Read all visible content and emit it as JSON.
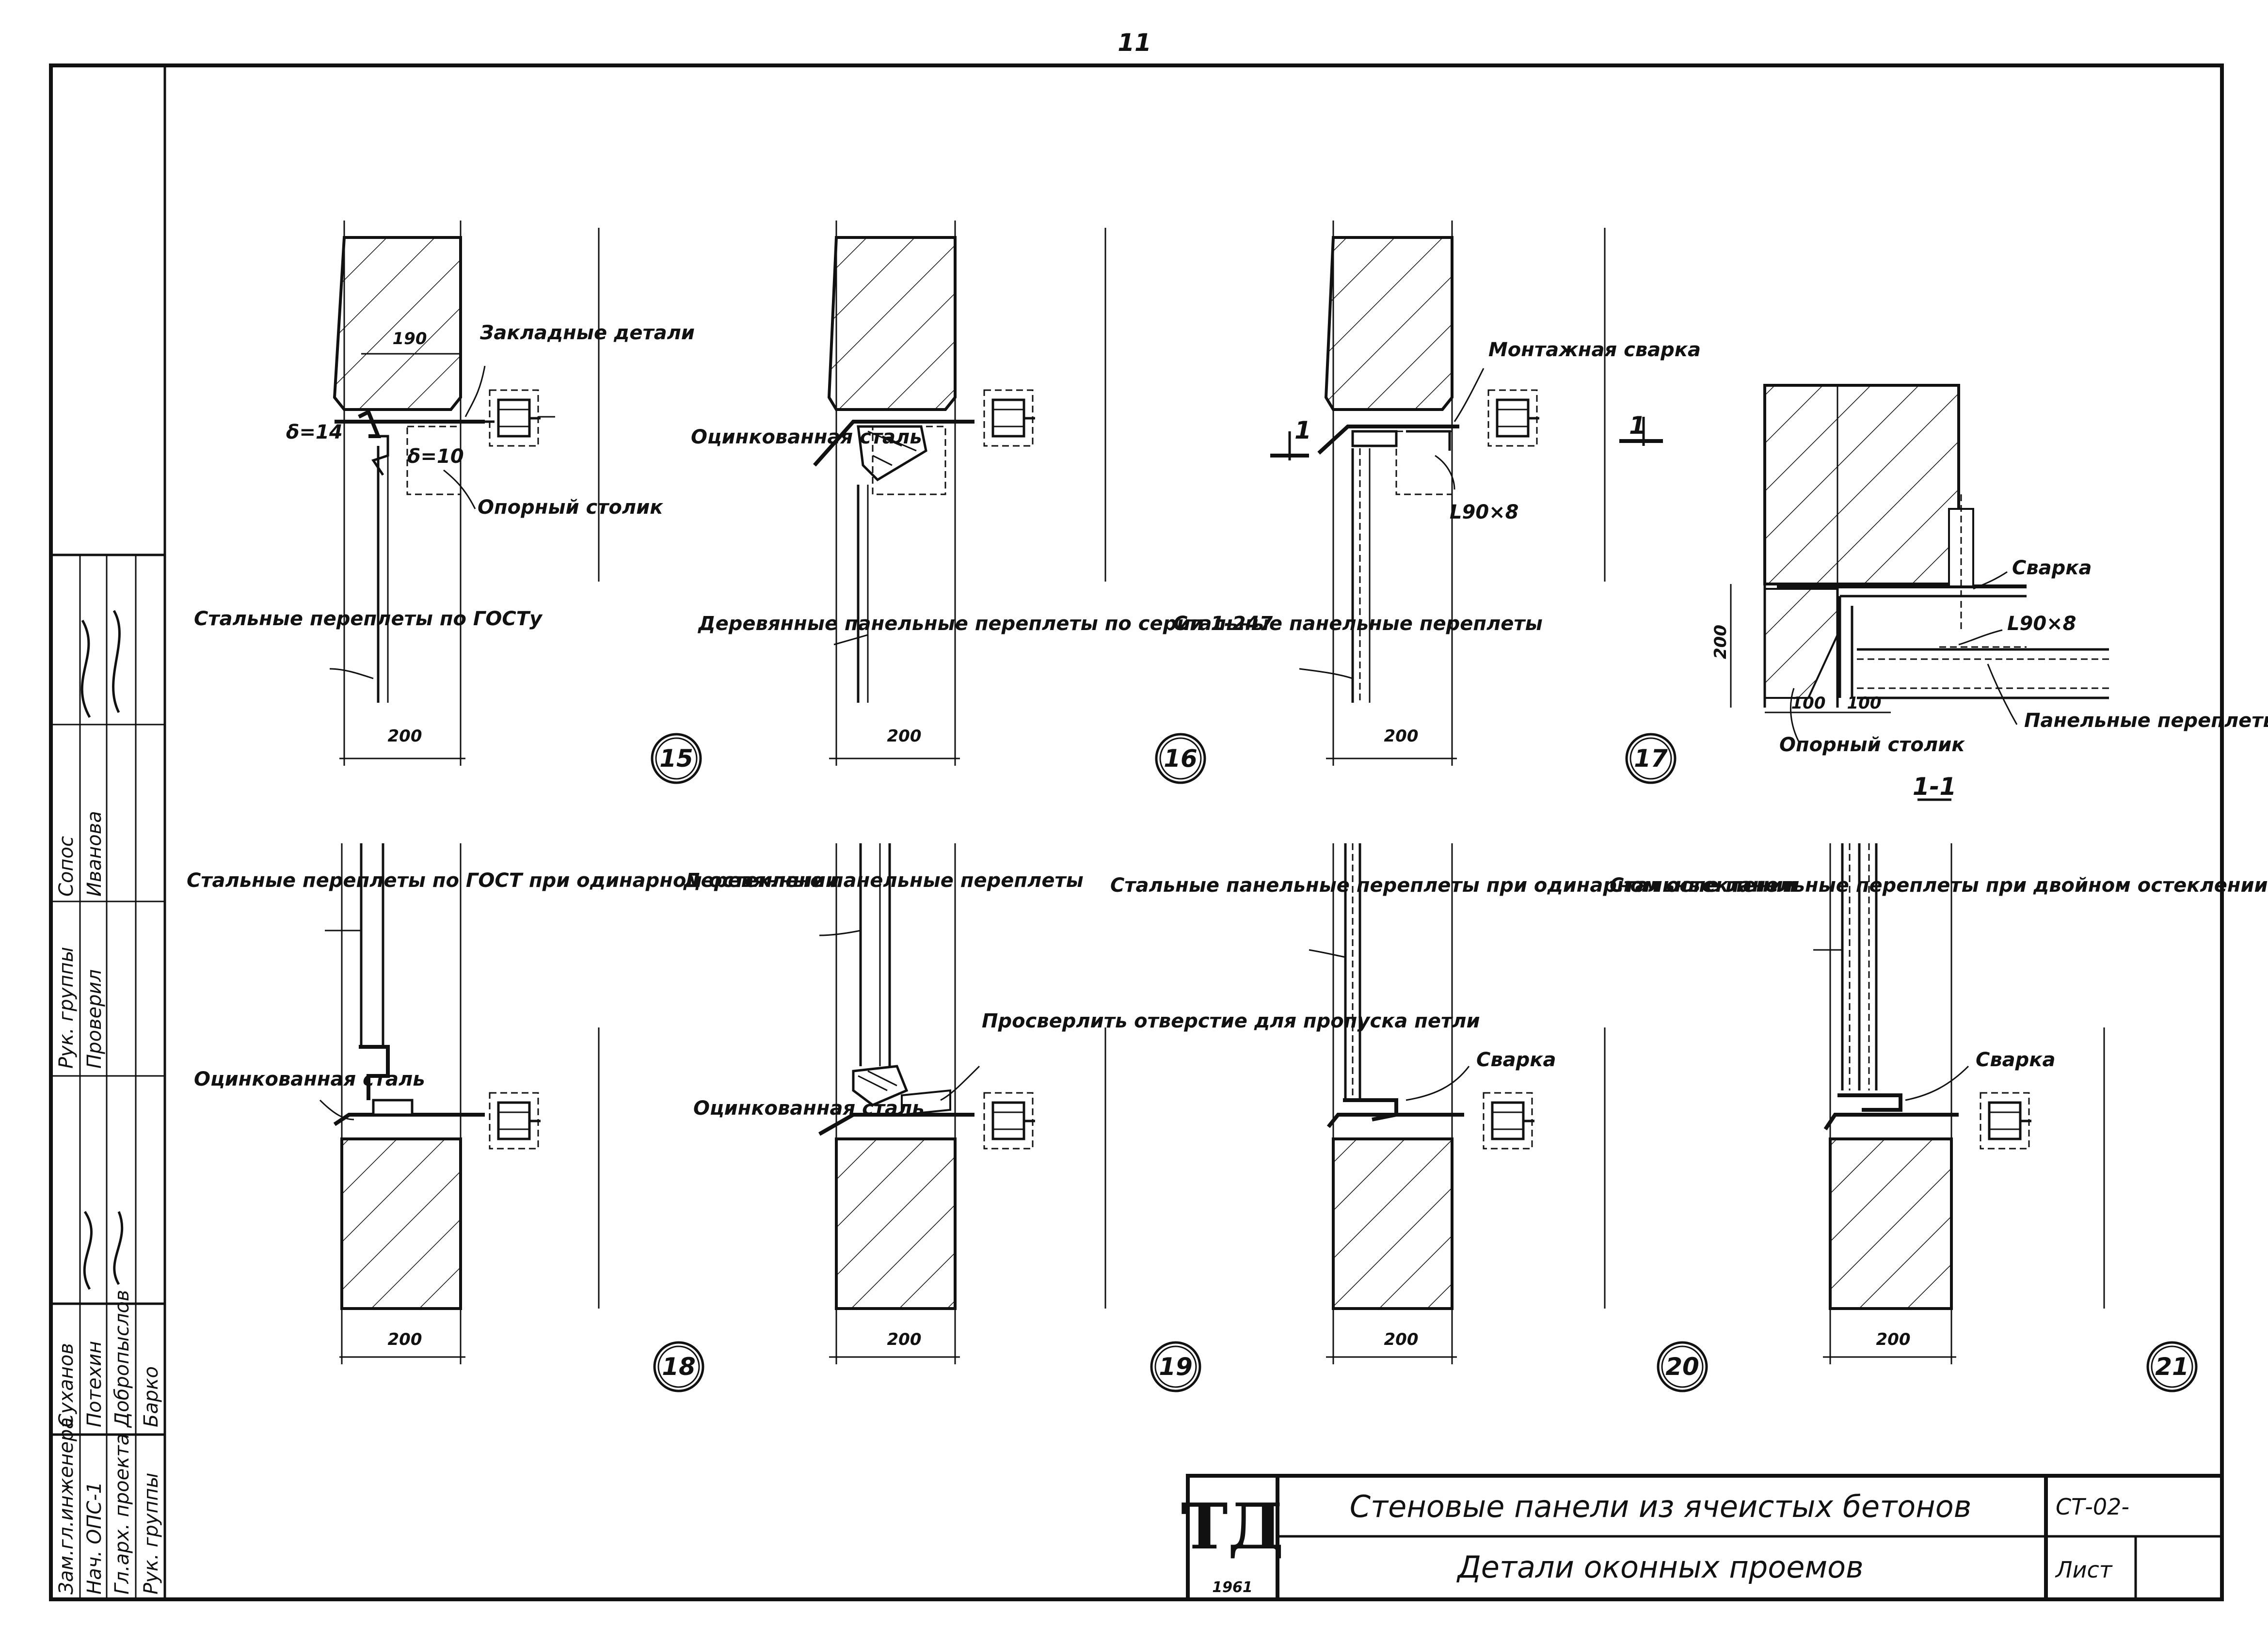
{
  "page_number": "11",
  "details": {
    "d15": {
      "num": "15",
      "dim": "200",
      "dim_top": "190",
      "labels": [
        "Закладные детали",
        "δ=14",
        "δ=10",
        "Опорный столик",
        "Стальные переплеты по ГОСТу"
      ]
    },
    "d16": {
      "num": "16",
      "dim": "200",
      "labels": [
        "Оцинкованная сталь",
        "Деревянные панельные переплеты по серии 1-247"
      ]
    },
    "d17": {
      "num": "17",
      "dim": "200",
      "section_mark": "1",
      "labels": [
        "Монтажная сварка",
        "L90×8",
        "Стальные панельные переплеты"
      ]
    },
    "s11": {
      "title": "1-1",
      "dim_v": "200",
      "dim_a": "100",
      "dim_b": "100",
      "labels": [
        "Сварка",
        "L90×8",
        "Панельные переплеты",
        "Опорный столик"
      ]
    },
    "d18": {
      "num": "18",
      "dim": "200",
      "labels": [
        "Стальные переплеты по ГОСТ при одинарном остеклении",
        "Оцинкованная сталь"
      ]
    },
    "d19": {
      "num": "19",
      "dim": "200",
      "labels": [
        "Деревянные панельные переплеты",
        "Просверлить отверстие для пропуска петли",
        "Оцинкованная сталь"
      ]
    },
    "d20": {
      "num": "20",
      "dim": "200",
      "labels": [
        "Стальные панельные переплеты при одинарном остеклении",
        "Сварка"
      ]
    },
    "d21": {
      "num": "21",
      "dim": "200",
      "labels": [
        "Стальные панельные переплеты при двойном остеклении",
        "Сварка"
      ]
    }
  },
  "stamp": {
    "roles": [
      "Зам.гл.инженера",
      "Нач. ОПС-1",
      "Гл.арх. проекта",
      "Рук. группы"
    ],
    "names": [
      "Суханов",
      "Потехин",
      "Добропыслов",
      "Барко"
    ],
    "upper_roles": [
      "Рук. группы",
      "Проверил",
      "Сопос"
    ],
    "upper_names": [
      "Иванова"
    ]
  },
  "title_block": {
    "logo": "ТД",
    "year": "1961",
    "title": "Стеновые панели из ячеистых бетонов",
    "subtitle": "Детали оконных проемов",
    "code": "СТ-02-",
    "sheet_label": "Лист"
  }
}
